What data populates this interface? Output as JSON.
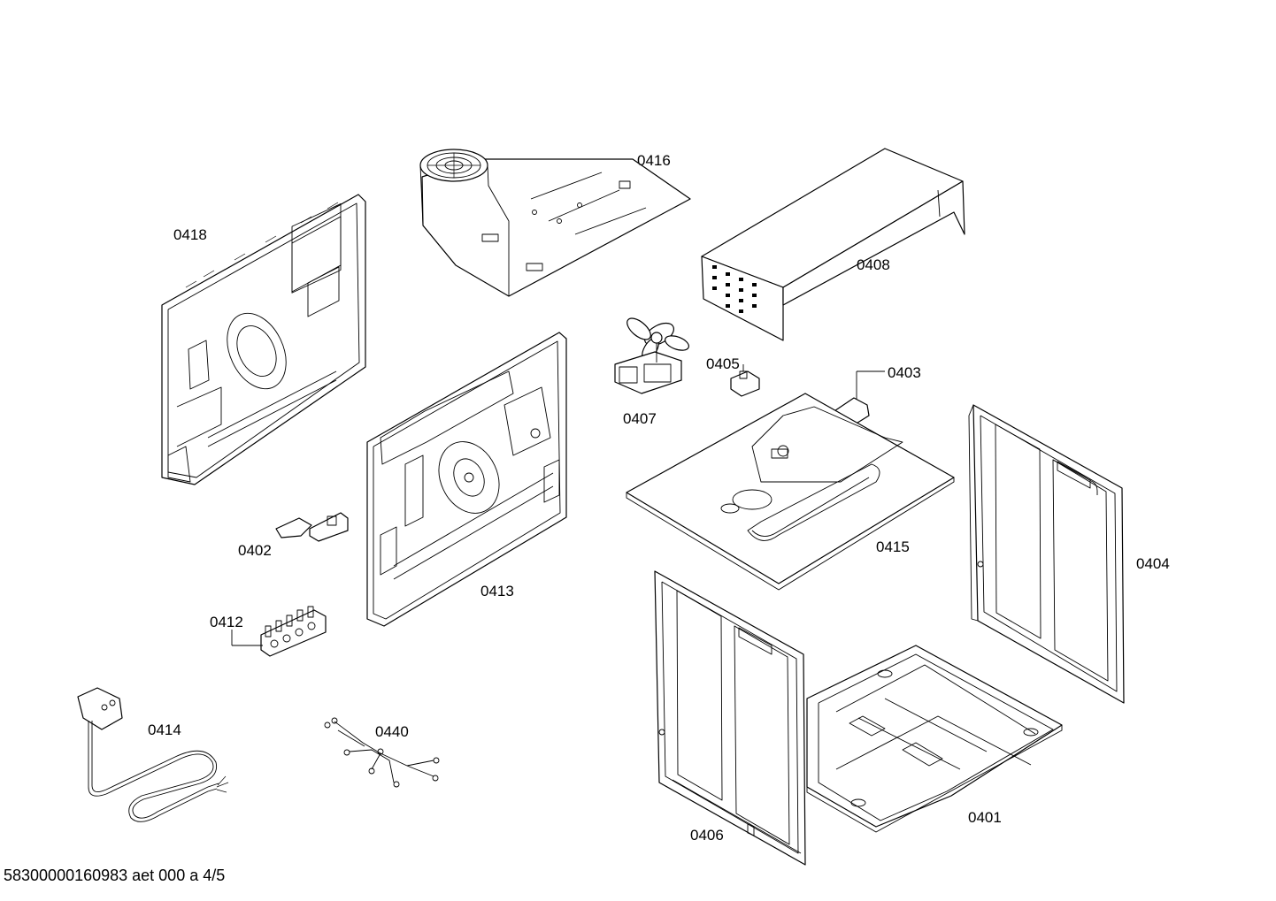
{
  "diagram": {
    "parts": [
      {
        "id": "p0416",
        "label": "0416"
      },
      {
        "id": "p0418",
        "label": "0418"
      },
      {
        "id": "p0408",
        "label": "0408"
      },
      {
        "id": "p0405",
        "label": "0405"
      },
      {
        "id": "p0403",
        "label": "0403"
      },
      {
        "id": "p0407",
        "label": "0407"
      },
      {
        "id": "p0415",
        "label": "0415"
      },
      {
        "id": "p0402",
        "label": "0402"
      },
      {
        "id": "p0404",
        "label": "0404"
      },
      {
        "id": "p0413",
        "label": "0413"
      },
      {
        "id": "p0412",
        "label": "0412"
      },
      {
        "id": "p0414",
        "label": "0414"
      },
      {
        "id": "p0440",
        "label": "0440"
      },
      {
        "id": "p0406",
        "label": "0406"
      },
      {
        "id": "p0401",
        "label": "0401"
      }
    ]
  },
  "footer": {
    "code": "58300000160983 aet 000 a 4/5"
  }
}
